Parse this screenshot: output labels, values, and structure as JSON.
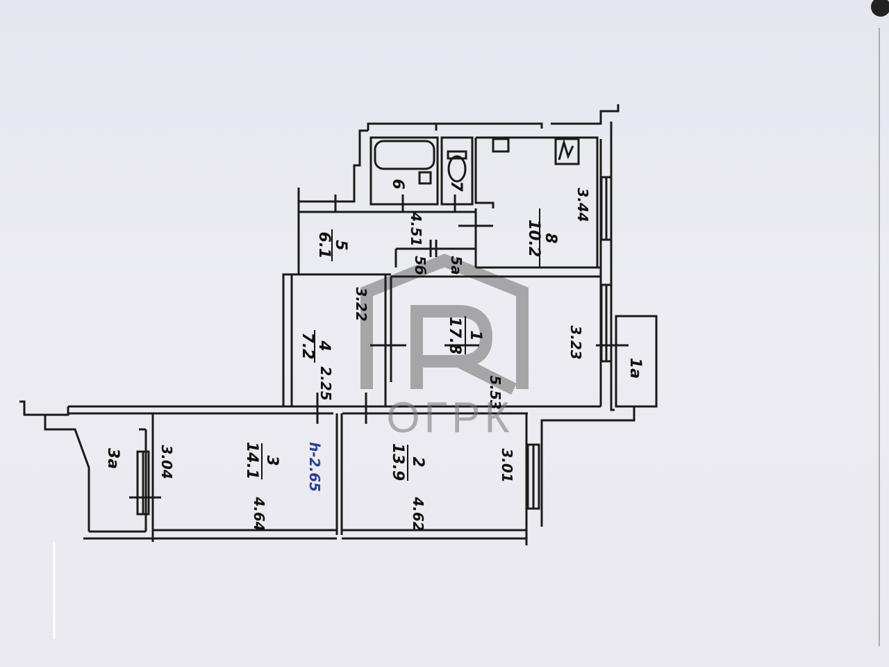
{
  "rooms": [
    {
      "id": "8",
      "area": "10.2"
    },
    {
      "id": "5",
      "area": "6.1"
    },
    {
      "id": "6",
      "area": ""
    },
    {
      "id": "7",
      "area": ""
    },
    {
      "id": "5a",
      "area": ""
    },
    {
      "id": "5б",
      "area": ""
    },
    {
      "id": "4",
      "area": "7.2"
    },
    {
      "id": "1",
      "area": "17.8"
    },
    {
      "id": "1a",
      "area": ""
    },
    {
      "id": "3",
      "area": "14.1"
    },
    {
      "id": "2",
      "area": "13.9"
    },
    {
      "id": "3a",
      "area": ""
    }
  ],
  "dimensions": [
    "3.44",
    "4.51",
    "3.22",
    "3.23",
    "2.25",
    "5.53",
    "3.04",
    "3.01",
    "4.64",
    "4.62"
  ],
  "ceiling_height": "h-2.65",
  "watermark": "ОГРК",
  "colors": {
    "walls": "#1a1a1a",
    "paper": "#ebebf1",
    "watermark": "#777777",
    "height_label": "#2b3f98"
  }
}
